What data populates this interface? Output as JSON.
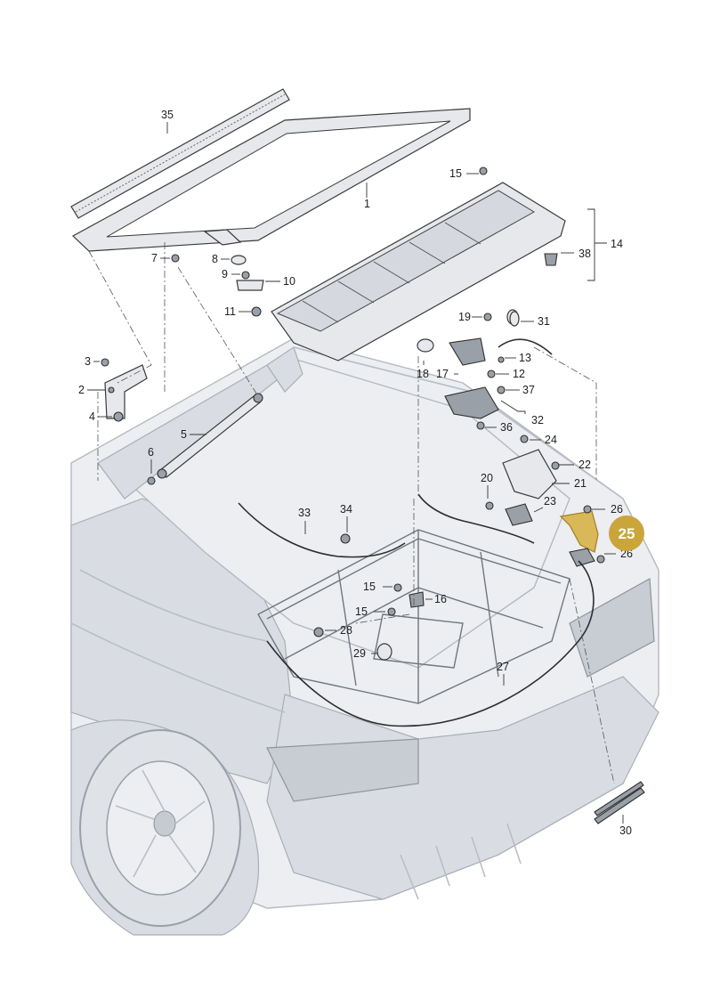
{
  "callouts": {
    "c1": "1",
    "c2": "2",
    "c3": "3",
    "c4": "4",
    "c5": "5",
    "c6": "6",
    "c7": "7",
    "c8": "8",
    "c9": "9",
    "c10": "10",
    "c11": "11",
    "c12": "12",
    "c13": "13",
    "c14": "14",
    "c15a": "15",
    "c15b": "15",
    "c15c": "15",
    "c16": "16",
    "c17": "17",
    "c18": "18",
    "c19": "19",
    "c20": "20",
    "c21": "21",
    "c22": "22",
    "c23": "23",
    "c24": "24",
    "c26a": "26",
    "c26b": "26",
    "c27": "27",
    "c28": "28",
    "c29": "29",
    "c30": "30",
    "c31": "31",
    "c32": "32",
    "c33": "33",
    "c34": "34",
    "c35": "35",
    "c36": "36",
    "c37": "37",
    "c38": "38"
  },
  "highlight": {
    "label": "25",
    "color": "#c9a53b"
  }
}
